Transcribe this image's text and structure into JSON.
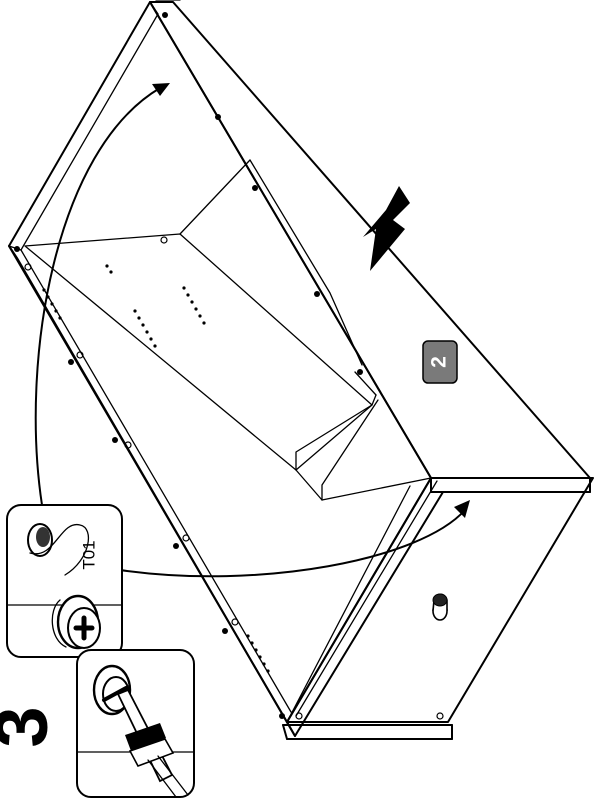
{
  "step": {
    "number": "3"
  },
  "panel": {
    "label": "2"
  },
  "hardware": {
    "code": "T01"
  },
  "icons": [
    "push-arrow-icon",
    "curved-arrow-icon",
    "cam-lock-icon",
    "screwdriver-icon"
  ],
  "colors": {
    "ink": "#000000",
    "badge": "#7a7a7a",
    "background": "#ffffff"
  }
}
